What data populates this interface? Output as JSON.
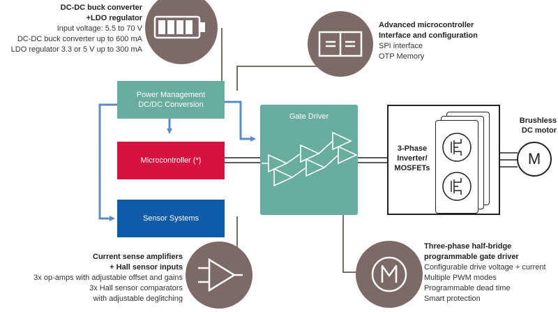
{
  "blocks": {
    "power": {
      "line1": "Power Management",
      "line2": "DC/DC Conversion"
    },
    "micro": "Microcontroller (*)",
    "sensor": "Sensor Systems",
    "gate": "Gate Driver",
    "inverter": {
      "line1": "3-Phase",
      "line2": "Inverter/",
      "line3": "MOSFETs"
    },
    "motor_symbol": "M",
    "motor_label": {
      "line1": "Brushless",
      "line2": "DC motor"
    }
  },
  "callouts": {
    "buck": {
      "title1": "DC-DC buck converter",
      "title2": "+LDO regulator",
      "lines": [
        "Input voltage: 5.5 to 70 V",
        "DC-DC buck converter up to 600 mA",
        "LDO regulator 3.3 or 5 V up to 300 mA"
      ]
    },
    "mcu_iface": {
      "title1": "Advanced microcontroller",
      "title2": "Interface and configuration",
      "lines": [
        "SPI interface",
        "OTP Memory"
      ]
    },
    "sense": {
      "title1": "Current sense amplifiers",
      "title2": "+ Hall sensor inputs",
      "lines": [
        "3x op-amps with adjustable offset and gains",
        "3x  Hall sensor comparators",
        "with adjustable deglitching"
      ]
    },
    "gate_drv": {
      "title1": "Three-phase half-bridge",
      "title2": "programmable gate driver",
      "lines": [
        "Configurable drive voltage + current",
        "Multiple PWM modes",
        "Programmable dead time",
        "Smart protection"
      ]
    }
  },
  "colors": {
    "teal": "#68ad9d",
    "red": "#d8123e",
    "blue": "#0f5ba8",
    "arrow_blue": "#5b8ac9",
    "circle_brown": "#7d6a67",
    "connector_gray": "#7d6a67"
  },
  "icons": [
    "battery-icon",
    "interface-icon",
    "amplifier-icon",
    "motor-icon",
    "mosfet-icon",
    "gate-driver-triangle-icon"
  ]
}
